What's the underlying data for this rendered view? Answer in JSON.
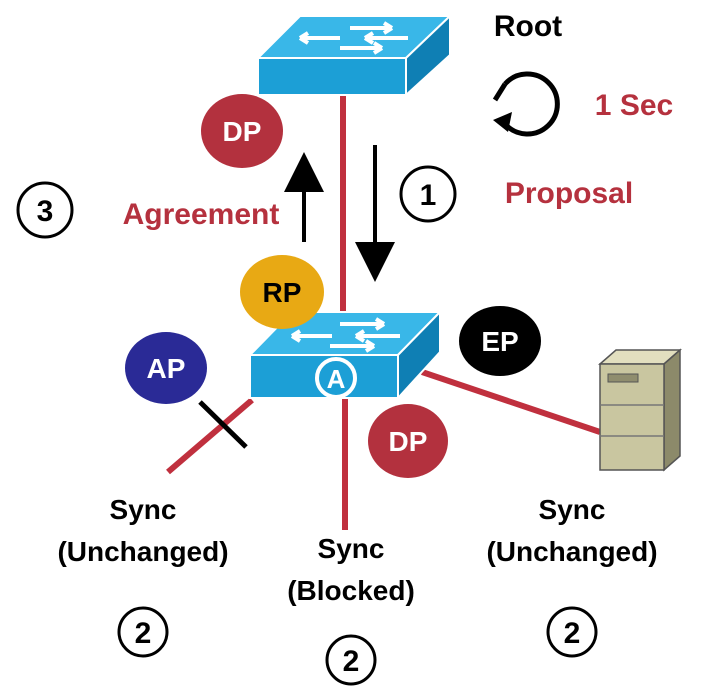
{
  "root_label": "Root",
  "timer_label": "1 Sec",
  "proposal_label": "Proposal",
  "agreement_label": "Agreement",
  "step_numbers": {
    "proposal": "1",
    "sync": "2",
    "agreement": "3"
  },
  "port_badges": {
    "root_dp": "DP",
    "rp": "RP",
    "ep": "EP",
    "ap": "AP",
    "lower_dp": "DP",
    "switch_marker": "A"
  },
  "sync_left": {
    "line1": "Sync",
    "line2": "(Unchanged)"
  },
  "sync_middle": {
    "line1": "Sync",
    "line2": "(Blocked)"
  },
  "sync_right": {
    "line1": "Sync",
    "line2": "(Unchanged)"
  },
  "colors": {
    "link": "#c0303e",
    "accent_text": "#b5313e",
    "switch_top": "#39b7e8",
    "switch_front": "#1c9fd6",
    "switch_side": "#0f7fb4",
    "dp_badge": "#b3313e",
    "rp_badge": "#e8a914",
    "ap_badge": "#2a2a96",
    "ep_badge": "#000000",
    "server_body": "#c9c6a0"
  },
  "icons": [
    "network-switch-icon",
    "server-icon",
    "refresh-cycle-icon",
    "arrow-up-icon",
    "arrow-down-icon"
  ]
}
